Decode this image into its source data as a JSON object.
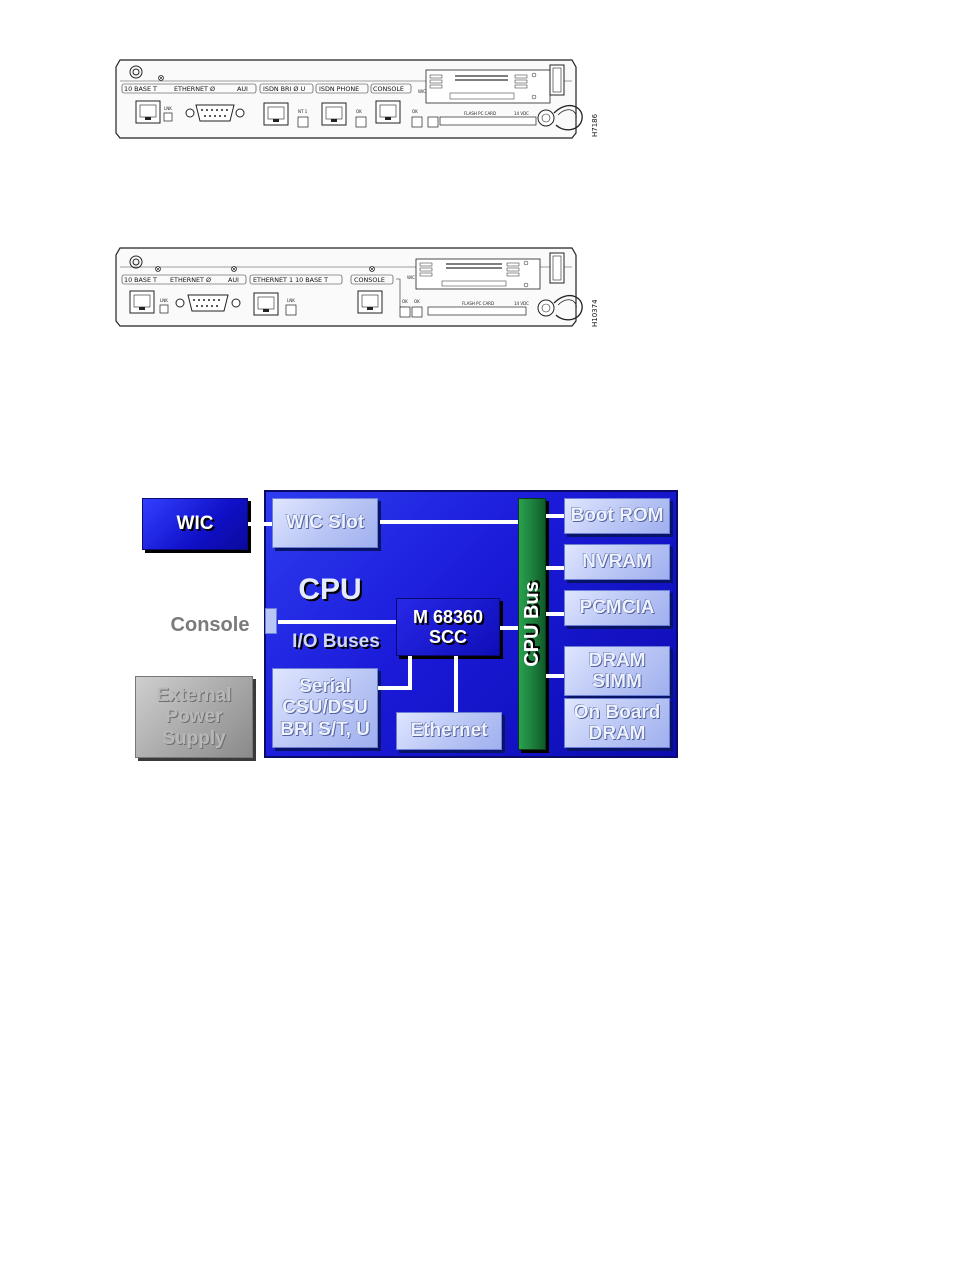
{
  "panel_top": {
    "labels": [
      "10 BASE T",
      "ETHERNET Ø",
      "AUI",
      "ISDN BRI Ø U",
      "ISDN PHONE",
      "CONSOLE",
      "LNK",
      "NT 1",
      "OK",
      "OK",
      "WIC",
      "FLASH PC CARD",
      "14 VDC"
    ],
    "figure_id": "H7186"
  },
  "panel_bottom": {
    "labels": [
      "10 BASE T",
      "ETHERNET Ø",
      "AUI",
      "ETHERNET 1 10 BASE T",
      "CONSOLE",
      "LNK",
      "LNK",
      "WIC",
      "OK",
      "OK",
      "FLASH PC CARD",
      "14 VDC"
    ],
    "figure_id": "H10374"
  },
  "diagram": {
    "wic": "WIC",
    "wic_slot": "WIC Slot",
    "cpu": "CPU",
    "console": "Console",
    "io_buses": "I/O Buses",
    "m68360": "M 68360",
    "scc": "SCC",
    "serial": [
      "Serial",
      "CSU/DSU",
      "BRI S/T, U"
    ],
    "ethernet": "Ethernet",
    "cpu_bus": "CPU Bus",
    "boot_rom": "Boot ROM",
    "nvram": "NVRAM",
    "pcmcia": "PCMCIA",
    "dram_simm": [
      "DRAM",
      "SIMM"
    ],
    "onboard_dram": [
      "On Board",
      "DRAM"
    ],
    "external_power": [
      "External",
      "Power",
      "Supply"
    ],
    "colors": {
      "cpu_area": "#1a1ad8",
      "light_block": "#b9c5f4",
      "cpu_bus": "#1a7a3a",
      "power_block": "#a8a8a8"
    }
  }
}
